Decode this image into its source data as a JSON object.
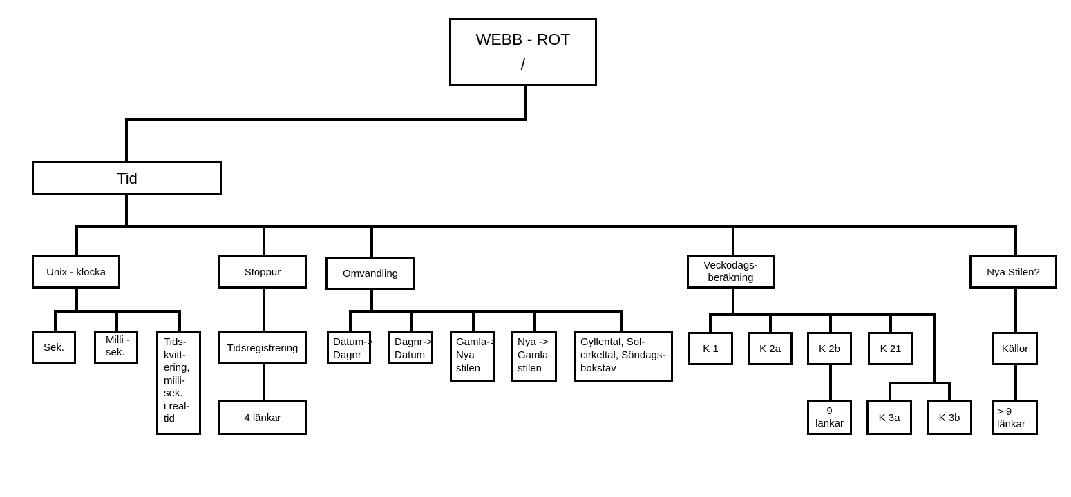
{
  "root": {
    "line1": "WEBB - ROT",
    "line2": "/"
  },
  "tid": "Tid",
  "unix": {
    "label": "Unix - klocka",
    "children": {
      "sek": "Sek.",
      "milli": "Milli -\nsek.",
      "kvitt": "Tids-\nkvitt-\nering,\nmilli-\nsek.\ni real-\ntid"
    }
  },
  "stoppur": {
    "label": "Stoppur",
    "tidsreg": "Tidsregistrering",
    "lankar": "4 länkar"
  },
  "omvandling": {
    "label": "Omvandling",
    "children": {
      "datum_dagnr": "Datum->\nDagnr",
      "dagnr_datum": "Dagnr->\nDatum",
      "gamla_nya": "Gamla->\nNya\nstilen",
      "nya_gamla": "Nya ->\nGamla\nstilen",
      "gyllental": "Gyllental, Sol-\ncirkeltal, Söndags-\nbokstav"
    }
  },
  "veckodag": {
    "label": "Veckodags-\nberäkning",
    "children": {
      "k1": "K 1",
      "k2a": "K 2a",
      "k2b": "K 2b",
      "k21": "K 21",
      "k2b_lankar": "9\nlänkar",
      "k3a": "K 3a",
      "k3b": "K 3b"
    }
  },
  "nya_stilen": {
    "label": "Nya Stilen?",
    "kallor": "Källor",
    "lankar": "> 9\nlänkar"
  }
}
